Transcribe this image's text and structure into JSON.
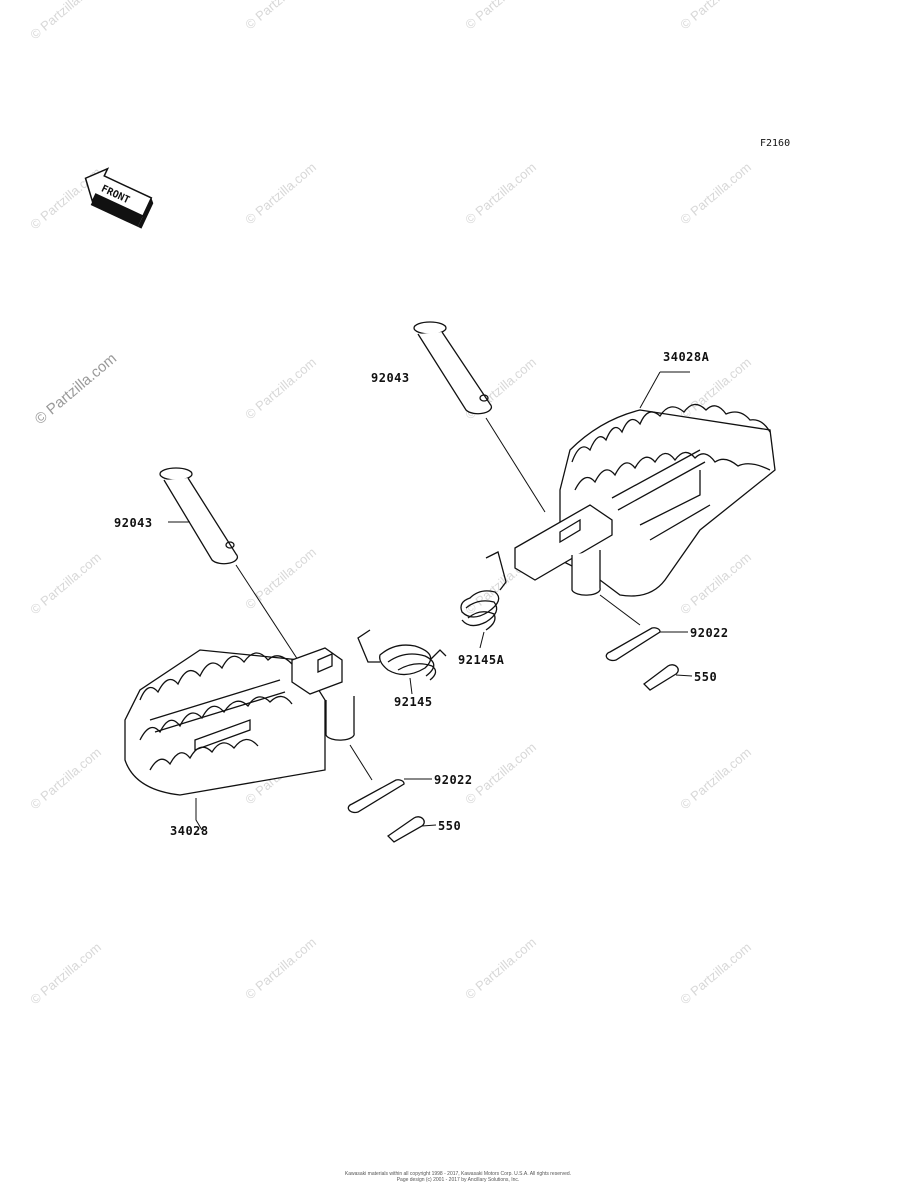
{
  "figure_id": "F2160",
  "front_label": "FRONT",
  "watermark": "© Partzilla.com",
  "parts": {
    "pin_right": "92043",
    "peg_right": "34028A",
    "pin_left": "92043",
    "spring_right": "92145A",
    "spring_left": "92145",
    "washer_right": "92022",
    "cotter_right": "550",
    "peg_left": "34028",
    "washer_left": "92022",
    "cotter_left": "550"
  },
  "footer": {
    "line1": "Kawasaki materials within all copyright 1998 - 2017, Kawasaki Motors Corp. U.S.A.  All rights reserved.",
    "line2": "Page design (c) 2001 - 2017 by Ancillary Solutions, Inc."
  }
}
